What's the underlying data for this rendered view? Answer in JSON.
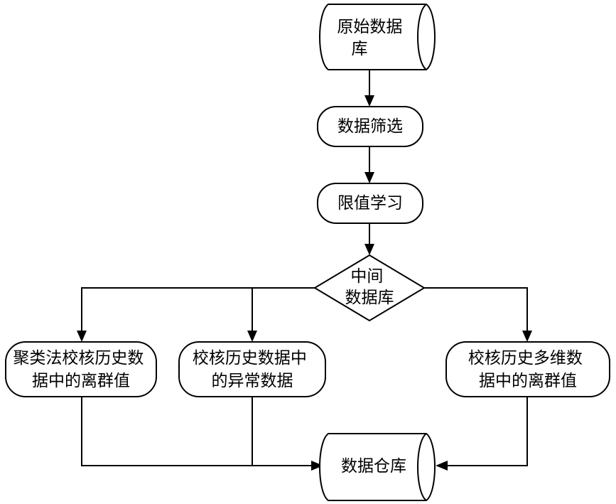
{
  "nodes": {
    "source_db": {
      "lines": [
        "原始数据",
        "库"
      ]
    },
    "filter": {
      "lines": [
        "数据筛选"
      ]
    },
    "limit_learning": {
      "lines": [
        "限值学习"
      ]
    },
    "intermediate_db": {
      "lines": [
        "中间",
        "数据库"
      ]
    },
    "cluster_outliers": {
      "lines": [
        "聚类法校核历史数",
        "据中的离群值"
      ]
    },
    "anomaly_check": {
      "lines": [
        "校核历史数据中",
        "的异常数据"
      ]
    },
    "multidim_outliers": {
      "lines": [
        "校核历史多维数",
        "据中的离群值"
      ]
    },
    "warehouse": {
      "lines": [
        "数据仓库"
      ]
    }
  },
  "colors": {
    "stroke": "#000000",
    "fill": "#ffffff",
    "text": "#000000"
  }
}
